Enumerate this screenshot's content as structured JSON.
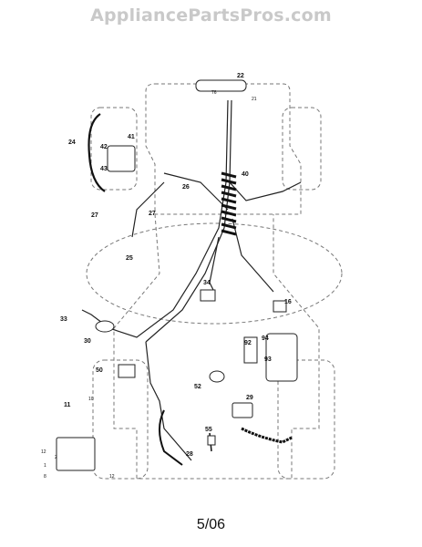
{
  "header": {
    "watermark": "AppliancePartsPros.com"
  },
  "footer": {
    "page_ref": "5/06"
  },
  "diagram": {
    "callouts": [
      "22",
      "76",
      "21",
      "24",
      "42",
      "41",
      "43",
      "40",
      "26",
      "27",
      "27",
      "25",
      "34",
      "33",
      "16",
      "30",
      "92",
      "94",
      "50",
      "93",
      "11",
      "10",
      "52",
      "29",
      "55",
      "28",
      "12",
      "2",
      "1",
      "8",
      "12"
    ]
  }
}
